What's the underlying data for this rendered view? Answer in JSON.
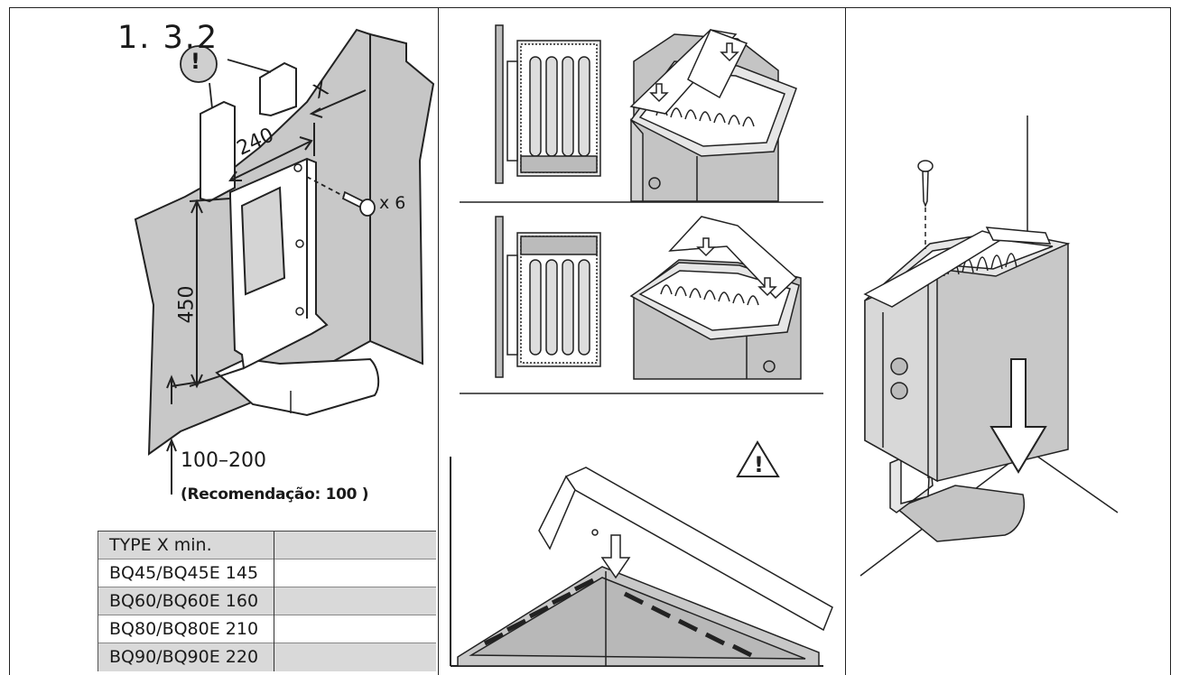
{
  "section_number": "1. 3.2",
  "warning_symbol": "!",
  "dimensions": {
    "x_label": "X",
    "width_240": "240",
    "height_450": "450",
    "screws": "x 6",
    "floor_range": "100–200",
    "recommendation": "(Recomendação: 100 )"
  },
  "table": {
    "header": "TYPE X min.",
    "rows": [
      {
        "type": "BQ45/BQ45E",
        "x_min": "145"
      },
      {
        "type": "BQ60/BQ60E",
        "x_min": "160"
      },
      {
        "type": "BQ80/BQ80E",
        "x_min": "210"
      },
      {
        "type": "BQ90/BQ90E",
        "x_min": "220"
      }
    ]
  },
  "icons": [
    "warning-circle-icon",
    "warning-triangle-icon",
    "screw-icon",
    "down-arrow-icon"
  ]
}
